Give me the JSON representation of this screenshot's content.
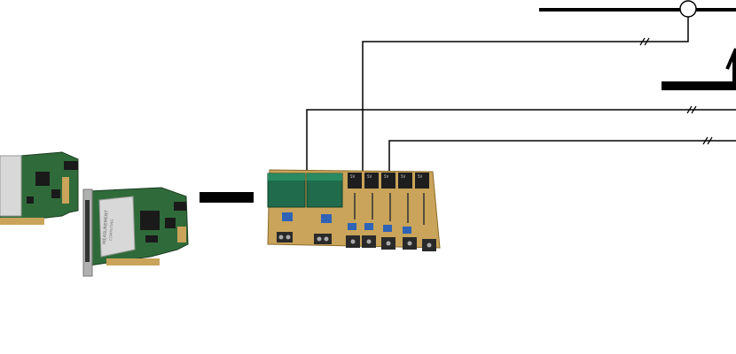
{
  "colors": {
    "line": "#000000",
    "pcb_green": "#2f6b3a",
    "pcb_dark": "#1f4a2a",
    "pcb_tan": "#c9a45a",
    "transformer": "#1f6b4c",
    "relay": "#1e1e1e",
    "shield": "#d8d8d8",
    "terminal": "#2a2a2a",
    "blue_part": "#2f63b5"
  },
  "icons": {
    "daq_card": "pci-daq-card-icon",
    "relay_board": "relay-interface-board-icon",
    "sensor": "sensor-circle-icon"
  },
  "card_labels": {
    "brand": "MEASUREMENT",
    "sub": "COMPUTING"
  },
  "relay_labels": [
    "5V",
    "5V",
    "5V",
    "5V",
    "5V"
  ]
}
